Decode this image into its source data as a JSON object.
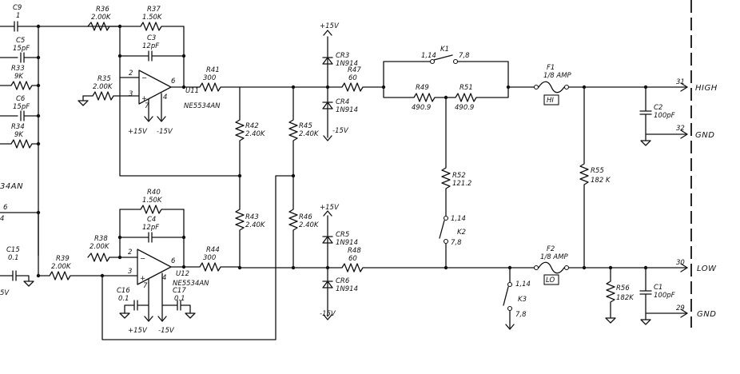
{
  "labels": {
    "c9": "C9",
    "c9_v": "1",
    "c5": "C5",
    "c5_v": "15pF",
    "r33": "R33",
    "r33_v": "9K",
    "c6": "C6",
    "c6_v": "15pF",
    "r34": "R34",
    "r34_v": "9K",
    "part_left": "34AN",
    "node_6": "6",
    "node_4": "4",
    "c15": "C15",
    "c15_v": "0.1",
    "v_left": "5V",
    "r36": "R36",
    "r36_v": "2.00K",
    "r37": "R37",
    "r37_v": "1.50K",
    "c3": "C3",
    "c3_v": "12pF",
    "r35": "R35",
    "r35_v": "2.00K",
    "u11": "U11",
    "u11_part": "NE5534AN",
    "u11_p15": "+15V",
    "u11_m15": "-15V",
    "r41": "R41",
    "r41_v": "300",
    "r42": "R42",
    "r42_v": "2.40K",
    "r45": "R45",
    "r45_v": "2.40K",
    "cr3": "CR3",
    "cr3_p": "1N914",
    "cr4": "CR4",
    "cr4_p": "1N914",
    "p15_top": "+15V",
    "m15_top": "-15V",
    "r47": "R47",
    "r47_v": "60",
    "k1": "K1",
    "k1_a": "1,14",
    "k1_b": "7,8",
    "r49": "R49",
    "r49_v": "490.9",
    "r51": "R51",
    "r51_v": "490.9",
    "r52": "R52",
    "r52_v": "121.2",
    "k2": "K2",
    "k2_a": "1,14",
    "k2_b": "7,8",
    "f1": "F1",
    "f1_v": "1/8 AMP",
    "f1_tag": "HI",
    "r55": "R55",
    "r55_v": "182 K",
    "c2": "C2",
    "c2_v": "100pF",
    "pin31": "31",
    "high": "HIGH",
    "pin32": "32",
    "gnd1": "GND",
    "r40": "R40",
    "r40_v": "1.50K",
    "c4": "C4",
    "c4_v": "12pF",
    "r38": "R38",
    "r38_v": "2.00K",
    "r39": "R39",
    "r39_v": "2.00K",
    "u12": "U12",
    "u12_part": "NE5534AN",
    "c16": "C16",
    "c16_v": "0.1",
    "c17": "C17",
    "c17_v": "0.1",
    "u12_p15": "+15V",
    "u12_m15": "-15V",
    "r43": "R43",
    "r43_v": "2.40K",
    "r46": "R46",
    "r46_v": "2.40K",
    "r44": "R44",
    "r44_v": "300",
    "cr5": "CR5",
    "cr5_p": "1N914",
    "cr6": "CR6",
    "cr6_p": "1N914",
    "p15_bot": "+15V",
    "m15_bot": "-15V",
    "r48": "R48",
    "r48_v": "60",
    "k3": "K3",
    "k3_a": "1,14",
    "k3_b": "7,8",
    "f2": "F2",
    "f2_v": "1/8 AMP",
    "f2_tag": "LO",
    "r56": "R56",
    "r56_v": "182K",
    "c1": "C1",
    "c1_v": "100pF",
    "pin30": "30",
    "low": "LOW",
    "pin29": "29",
    "gnd2": "GND",
    "op_2": "2",
    "op_3": "3",
    "op_6": "6",
    "op_7": "7",
    "op_4": "4",
    "op2_2": "2",
    "op2_3": "3",
    "op2_6": "6",
    "op2_7": "7",
    "op2_4": "4"
  }
}
